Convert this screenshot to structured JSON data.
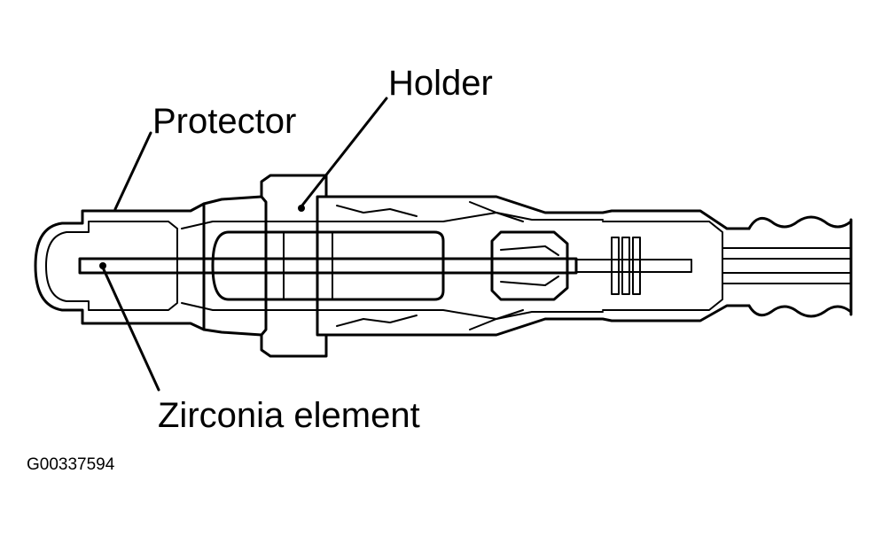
{
  "labels": {
    "holder": "Holder",
    "protector": "Protector",
    "zirconia_element": "Zirconia element"
  },
  "figure_id": "G00337594",
  "colors": {
    "ink": "#000000",
    "background": "#ffffff"
  }
}
